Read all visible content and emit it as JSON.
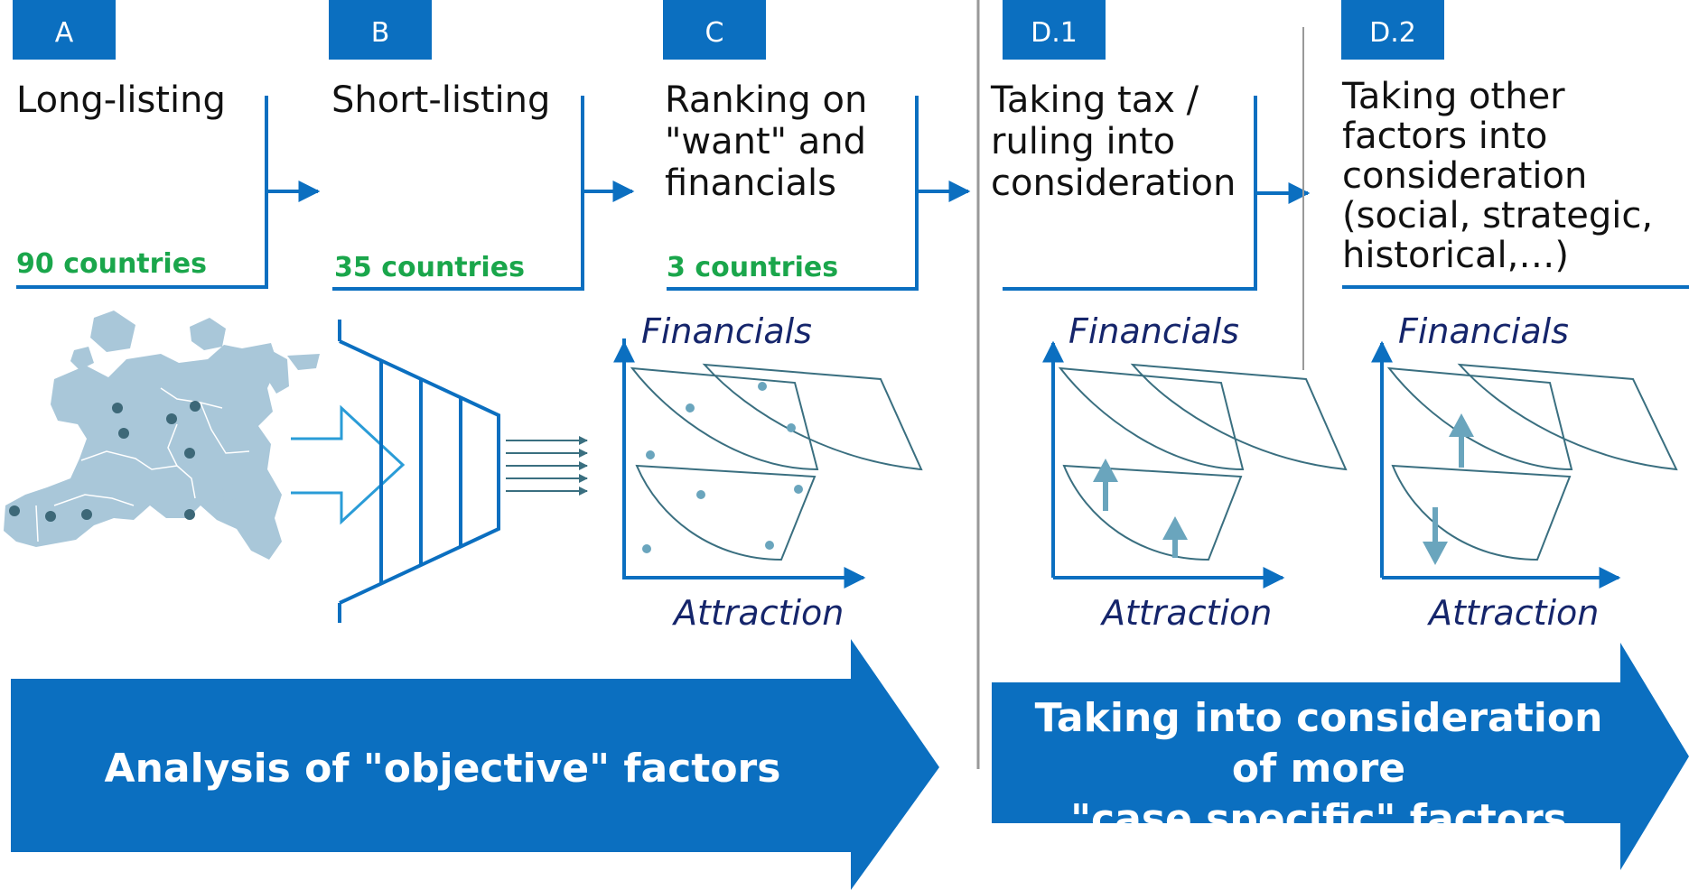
{
  "colors": {
    "primary": "#0b6fc0",
    "count_green": "#1aa64b",
    "axis_text": "#15256b",
    "map_land": "#a9c7d9",
    "dot": "#3d6878",
    "teal": "#3a6f80",
    "arrow_light": "#6aa5bd"
  },
  "steps": [
    {
      "label": "A",
      "title_lines": [
        "Long-listing"
      ],
      "count": "90 countries"
    },
    {
      "label": "B",
      "title_lines": [
        "Short-listing"
      ],
      "count": "35 countries"
    },
    {
      "label": "C",
      "title_lines": [
        "Ranking on",
        "\"want\" and",
        "financials"
      ],
      "count": "3 countries"
    },
    {
      "label": "D.1",
      "title_lines": [
        "Taking tax /",
        "ruling into",
        "consideration"
      ]
    },
    {
      "label": "D.2",
      "title_lines": [
        "Taking other",
        "factors into",
        "consideration",
        "(social, strategic,",
        "historical,…)"
      ]
    }
  ],
  "plots": {
    "y_axis": "Financials",
    "x_axis": "Attraction"
  },
  "banners": {
    "left": [
      "Analysis of \"objective\" factors"
    ],
    "right": [
      "Taking into consideration",
      "of more",
      "\"case specific\" factors"
    ]
  },
  "icons": [
    "europe-map-icon",
    "funnel-filter-icon",
    "arrow-up-icon",
    "arrow-down-icon"
  ]
}
